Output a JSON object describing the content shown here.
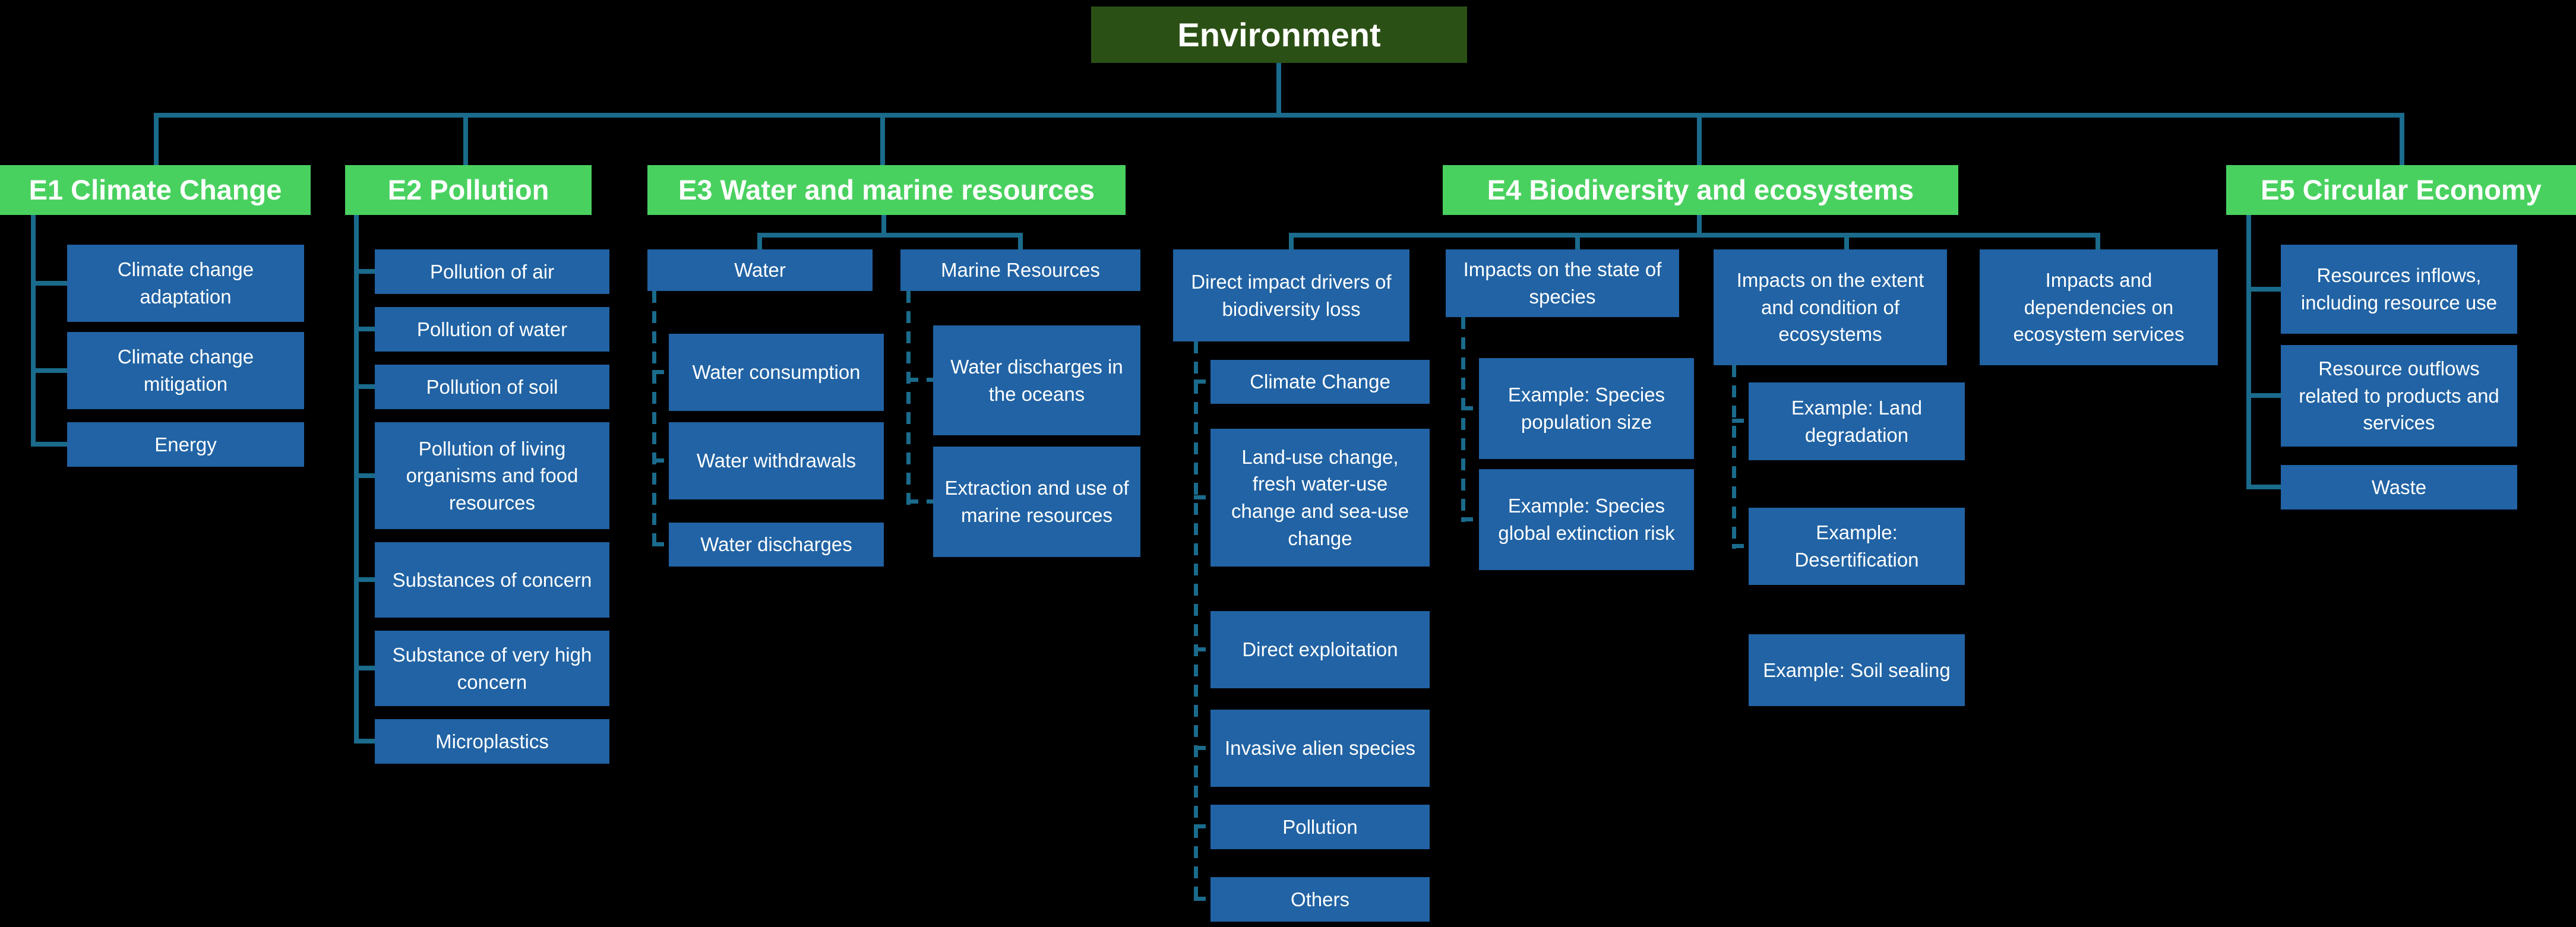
{
  "colors": {
    "background": "#000000",
    "root_green": "#2b5015",
    "section_green": "#49d15f",
    "node_blue": "#2163a4",
    "connector_teal": "#1a6b8c",
    "text": "#ffffff"
  },
  "root": {
    "label": "Environment"
  },
  "sections": [
    {
      "code": "E1",
      "label": "E1 Climate Change",
      "children": [
        {
          "label": "Climate change adaptation"
        },
        {
          "label": "Climate change mitigation"
        },
        {
          "label": "Energy"
        }
      ]
    },
    {
      "code": "E2",
      "label": "E2 Pollution",
      "children": [
        {
          "label": "Pollution of air"
        },
        {
          "label": "Pollution of water"
        },
        {
          "label": "Pollution of soil"
        },
        {
          "label": "Pollution of living organisms and food resources"
        },
        {
          "label": "Substances of concern"
        },
        {
          "label": "Substance of very high concern"
        },
        {
          "label": "Microplastics"
        }
      ]
    },
    {
      "code": "E3",
      "label": "E3 Water and marine resources",
      "groups": [
        {
          "label": "Water",
          "children": [
            {
              "label": "Water consumption"
            },
            {
              "label": "Water withdrawals"
            },
            {
              "label": "Water discharges"
            }
          ]
        },
        {
          "label": "Marine Resources",
          "children": [
            {
              "label": "Water discharges in the oceans"
            },
            {
              "label": "Extraction and use of marine resources"
            }
          ]
        }
      ]
    },
    {
      "code": "E4",
      "label": "E4 Biodiversity and ecosystems",
      "groups": [
        {
          "label": "Direct impact drivers of biodiversity loss",
          "children": [
            {
              "label": "Climate Change"
            },
            {
              "label": "Land-use change, fresh water-use change and sea-use change"
            },
            {
              "label": "Direct exploitation"
            },
            {
              "label": "Invasive alien species"
            },
            {
              "label": "Pollution"
            },
            {
              "label": "Others"
            }
          ]
        },
        {
          "label": "Impacts on the state of species",
          "children": [
            {
              "label": "Example: Species population size"
            },
            {
              "label": "Example: Species global extinction risk"
            }
          ]
        },
        {
          "label": "Impacts on the extent and condition of ecosystems",
          "children": [
            {
              "label": "Example: Land degradation"
            },
            {
              "label": "Example: Desertification"
            },
            {
              "label": "Example: Soil sealing"
            }
          ]
        },
        {
          "label": "Impacts and dependencies on ecosystem services",
          "children": []
        }
      ]
    },
    {
      "code": "E5",
      "label": "E5 Circular Economy",
      "children": [
        {
          "label": "Resources inflows, including resource use"
        },
        {
          "label": "Resource outflows related to products and services"
        },
        {
          "label": "Waste"
        }
      ]
    }
  ]
}
